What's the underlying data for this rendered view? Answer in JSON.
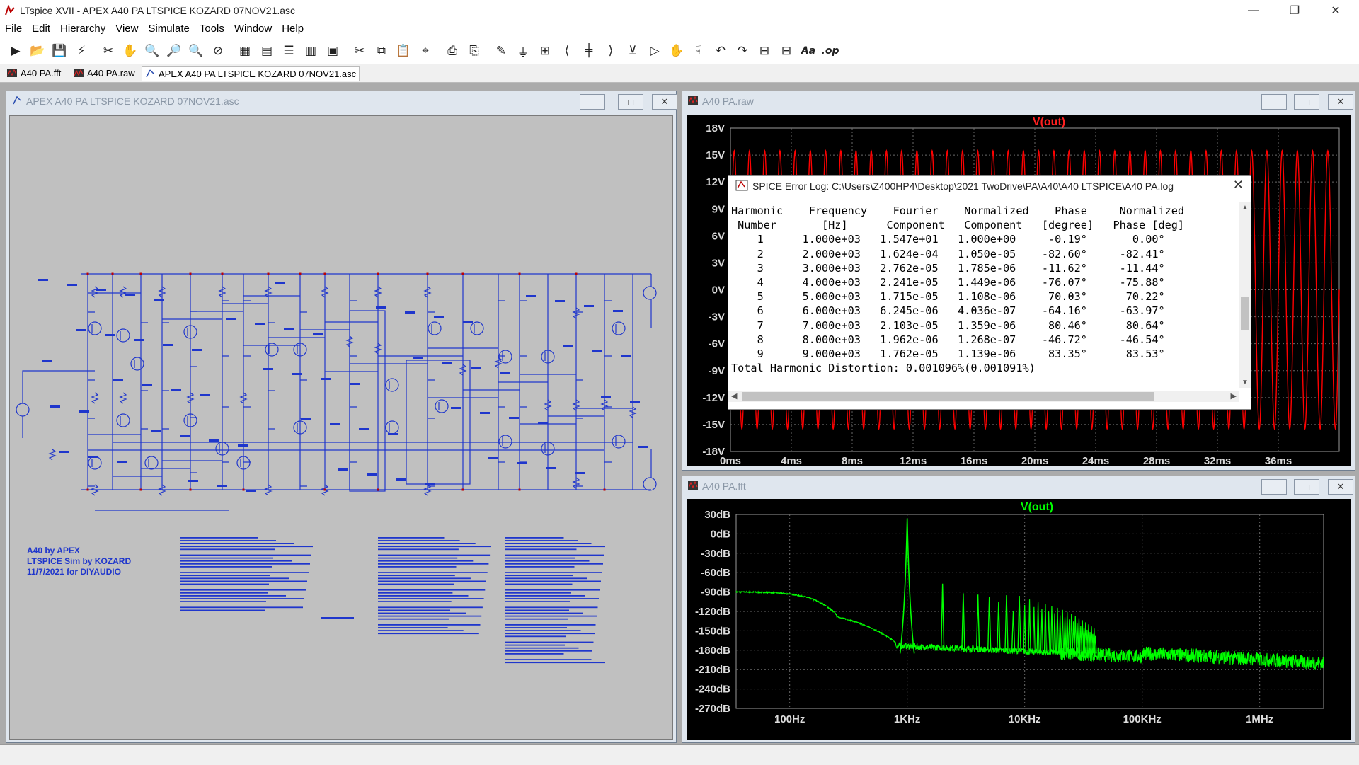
{
  "app": {
    "title": "LTspice XVII - APEX A40 PA LTSPICE KOZARD 07NOV21.asc"
  },
  "menu": [
    "File",
    "Edit",
    "Hierarchy",
    "View",
    "Simulate",
    "Tools",
    "Window",
    "Help"
  ],
  "tabs": [
    {
      "label": "A40 PA.fft"
    },
    {
      "label": "A40 PA.raw"
    },
    {
      "label": "APEX A40 PA LTSPICE KOZARD 07NOV21.asc"
    }
  ],
  "schematic_window": {
    "title": "APEX A40 PA LTSPICE KOZARD 07NOV21.asc",
    "notes": [
      "A40 by APEX",
      "LTSPICE Sim by KOZARD",
      "11/7/2021 for DIYAUDIO"
    ]
  },
  "raw_window": {
    "title": "A40 PA.raw",
    "trace": "V(out)",
    "chart_data": {
      "type": "line",
      "title": "V(out)",
      "xlabel": "",
      "ylabel": "",
      "y_ticks": [
        "18V",
        "15V",
        "12V",
        "9V",
        "6V",
        "3V",
        "0V",
        "-3V",
        "-6V",
        "-9V",
        "-12V",
        "-15V",
        "-18V"
      ],
      "x_ticks": [
        "0ms",
        "4ms",
        "8ms",
        "12ms",
        "16ms",
        "20ms",
        "24ms",
        "28ms",
        "32ms",
        "36ms"
      ],
      "ylim": [
        -18,
        18
      ],
      "xlim_ms": [
        0,
        40
      ],
      "series": [
        {
          "frequency_hz": 1000,
          "amplitude_v": 15.47
        }
      ],
      "grid": true,
      "color": "#ff0000"
    }
  },
  "error_log": {
    "title": "SPICE Error Log: C:\\Users\\Z400HP4\\Desktop\\2021 TwoDrive\\PA\\A40\\A40 LTSPICE\\A40 PA.log",
    "header1": "Harmonic    Frequency    Fourier    Normalized    Phase     Normalized",
    "header2": " Number       [Hz]      Component   Component   [degree]   Phase [deg]",
    "rows": [
      "    1      1.000e+03   1.547e+01   1.000e+00     -0.19°       0.00°",
      "    2      2.000e+03   1.624e-04   1.050e-05    -82.60°     -82.41°",
      "    3      3.000e+03   2.762e-05   1.785e-06    -11.62°     -11.44°",
      "    4      4.000e+03   2.241e-05   1.449e-06    -76.07°     -75.88°",
      "    5      5.000e+03   1.715e-05   1.108e-06     70.03°      70.22°",
      "    6      6.000e+03   6.245e-06   4.036e-07    -64.16°     -63.97°",
      "    7      7.000e+03   2.103e-05   1.359e-06     80.46°      80.64°",
      "    8      8.000e+03   1.962e-06   1.268e-07    -46.72°     -46.54°",
      "    9      9.000e+03   1.762e-05   1.139e-06     83.35°      83.53°"
    ],
    "thd": "Total Harmonic Distortion: 0.001096%(0.001091%)"
  },
  "fft_window": {
    "title": "A40 PA.fft",
    "trace": "V(out)",
    "chart_data": {
      "type": "line",
      "title": "V(out)",
      "xlabel": "",
      "ylabel": "",
      "y_ticks": [
        "30dB",
        "0dB",
        "-30dB",
        "-60dB",
        "-90dB",
        "-120dB",
        "-150dB",
        "-180dB",
        "-210dB",
        "-240dB",
        "-270dB"
      ],
      "x_ticks": [
        "100Hz",
        "1KHz",
        "10KHz",
        "100KHz",
        "1MHz"
      ],
      "ylim": [
        -270,
        30
      ],
      "x_scale": "log",
      "fundamental": {
        "freq_hz": 1000,
        "level_db": 24
      },
      "harmonics_db": [
        {
          "n": 2,
          "freq_hz": 2000,
          "level_db": -77
        },
        {
          "n": 3,
          "freq_hz": 3000,
          "level_db": -92
        },
        {
          "n": 4,
          "freq_hz": 4000,
          "level_db": -94
        },
        {
          "n": 5,
          "freq_hz": 5000,
          "level_db": -97
        },
        {
          "n": 6,
          "freq_hz": 6000,
          "level_db": -105
        },
        {
          "n": 7,
          "freq_hz": 7000,
          "level_db": -95
        },
        {
          "n": 8,
          "freq_hz": 8000,
          "level_db": -119
        },
        {
          "n": 9,
          "freq_hz": 9000,
          "level_db": -96
        }
      ],
      "grid": true,
      "color": "#00ff00"
    }
  }
}
